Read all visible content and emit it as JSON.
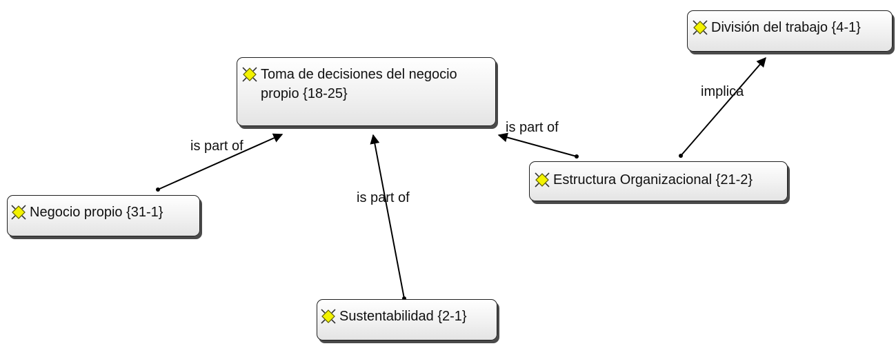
{
  "diagram": {
    "nodes": {
      "toma": {
        "label": "Toma de decisiones del negocio propio {18-25}",
        "icon": "code-icon"
      },
      "division": {
        "label": "División del trabajo {4-1}",
        "icon": "code-icon"
      },
      "estructura": {
        "label": "Estructura Organizacional {21-2}",
        "icon": "code-icon"
      },
      "negocio": {
        "label": "Negocio propio {31-1}",
        "icon": "code-icon"
      },
      "sustentabilidad": {
        "label": "Sustentabilidad {2-1}",
        "icon": "code-icon"
      }
    },
    "links": [
      {
        "from": "negocio",
        "to": "toma",
        "label": "is part of"
      },
      {
        "from": "sustentabilidad",
        "to": "toma",
        "label": "is part of"
      },
      {
        "from": "estructura",
        "to": "toma",
        "label": "is part of"
      },
      {
        "from": "estructura",
        "to": "division",
        "label": "implica"
      }
    ]
  }
}
